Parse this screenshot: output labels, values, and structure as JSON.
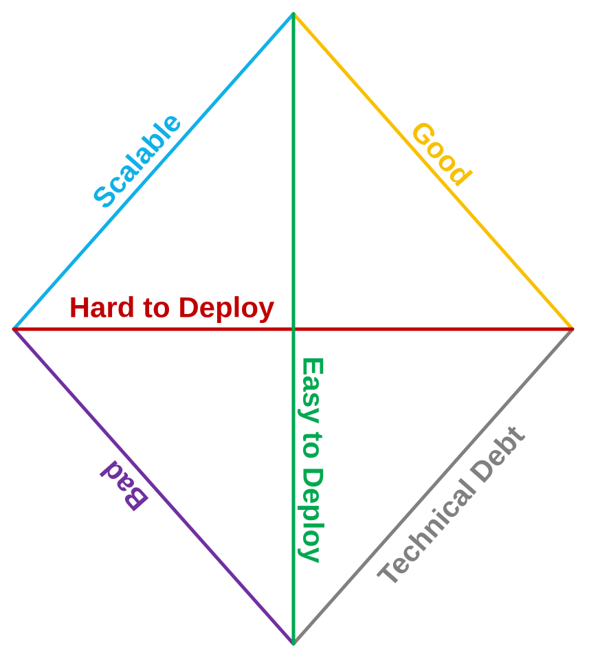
{
  "diagram": {
    "edges": {
      "top_left": {
        "label": "Scalable",
        "color": "#10b0e8"
      },
      "top_right": {
        "label": "Good",
        "color": "#f8c000"
      },
      "bottom_left": {
        "label": "Bad",
        "color": "#7030a0"
      },
      "bottom_right": {
        "label": "Technical Debt",
        "color": "#808080"
      },
      "horizontal": {
        "label": "Hard to Deploy",
        "color": "#c00000"
      },
      "vertical": {
        "label": "Easy to Deploy",
        "color": "#00a850"
      }
    }
  }
}
